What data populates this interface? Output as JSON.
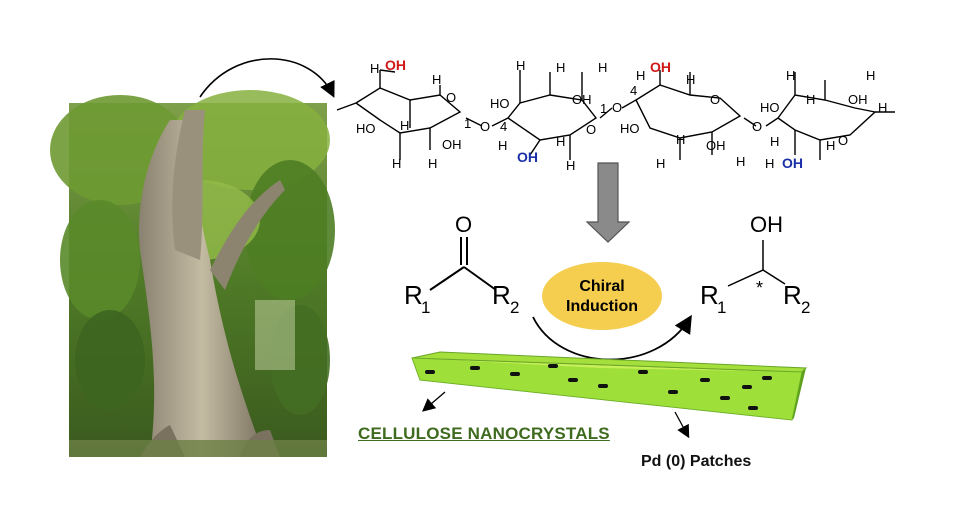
{
  "colors": {
    "hydroxyl_red": "#d01818",
    "hydroxyl_blue": "#1a2fa8",
    "crystal_green": "#7ed321",
    "crystal_light": "#c6ef58",
    "ellipse_fill": "#f5cd4f",
    "cnc_label": "#3f6b1f"
  },
  "cellulose": {
    "oh_red": "OH",
    "oh_blue": "OH",
    "oh": "OH",
    "ho": "HO",
    "h": "H",
    "o": "O",
    "c1": "1",
    "c4": "4"
  },
  "reaction": {
    "ketone_o": "O",
    "r1": "R",
    "r1_sub": "1",
    "r2": "R",
    "r2_sub": "2",
    "product_oh": "OH",
    "stereo_marker": "*",
    "catalyst_line1": "Chiral",
    "catalyst_line2": "Induction"
  },
  "labels": {
    "cnc": "CELLULOSE NANOCRYSTALS",
    "pd": "Pd (0) Patches"
  },
  "icons": {
    "tree": "tree-photo",
    "down_arrow": "down-arrow-icon",
    "curved_arrow": "curved-arrow-icon"
  }
}
